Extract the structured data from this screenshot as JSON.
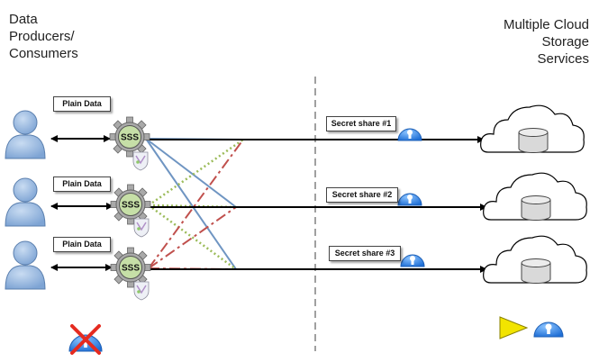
{
  "left_title": {
    "line1": "Data",
    "line2": "Producers/",
    "line3": "Consumers"
  },
  "right_title": {
    "line1": "Multiple Cloud",
    "line2": "Storage",
    "line3": "Services"
  },
  "plain_data_labels": [
    "Plain Data",
    "Plain Data",
    "Plain Data"
  ],
  "sss_label": "SSS",
  "share_labels": [
    "Secret share #1",
    "Secret share #2",
    "Secret share #3"
  ],
  "colors": {
    "user": "#8db3e2",
    "gear": "#a9a9a9",
    "sss_fill": "#c6dfa7",
    "lock": "#3a8ee6",
    "line_blue": "#6f95c2",
    "line_green": "#9bbb59",
    "line_red": "#c0504d",
    "cross": "#e52b20",
    "key": "#f2e400",
    "divider": "#a0a0a0"
  },
  "icons": [
    "user-icon",
    "gear-icon",
    "shield-icon",
    "lock-icon",
    "cloud-icon",
    "database-icon",
    "key-icon"
  ]
}
